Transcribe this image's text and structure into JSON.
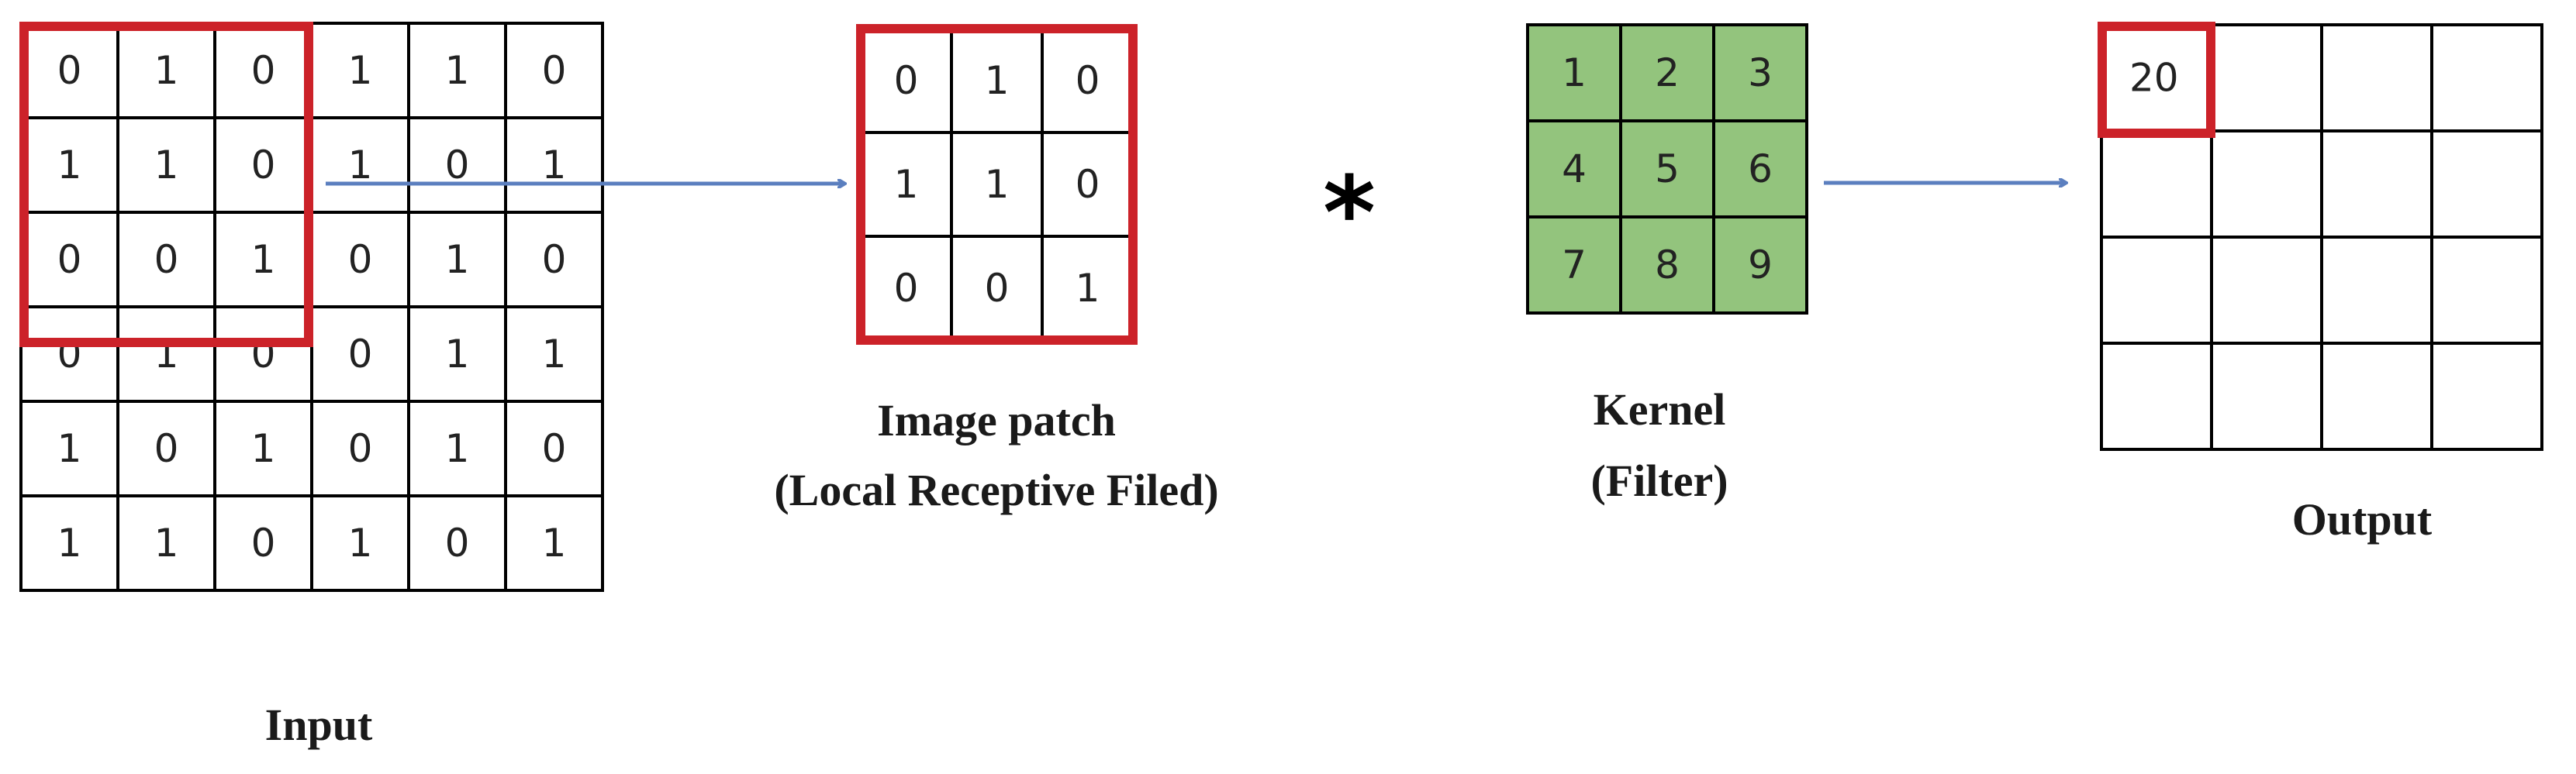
{
  "input": {
    "caption": "Input",
    "rows": [
      [
        "0",
        "1",
        "0",
        "1",
        "1",
        "0"
      ],
      [
        "1",
        "1",
        "0",
        "1",
        "0",
        "1"
      ],
      [
        "0",
        "0",
        "1",
        "0",
        "1",
        "0"
      ],
      [
        "0",
        "1",
        "0",
        "0",
        "1",
        "1"
      ],
      [
        "1",
        "0",
        "1",
        "0",
        "1",
        "0"
      ],
      [
        "1",
        "1",
        "0",
        "1",
        "0",
        "1"
      ]
    ]
  },
  "patch": {
    "caption_line1": "Image patch",
    "caption_line2": "(Local Receptive Filed)",
    "rows": [
      [
        "0",
        "1",
        "0"
      ],
      [
        "1",
        "1",
        "0"
      ],
      [
        "0",
        "0",
        "1"
      ]
    ]
  },
  "operator": "*",
  "kernel": {
    "caption_line1": "Kernel",
    "caption_line2": "(Filter)",
    "rows": [
      [
        "1",
        "2",
        "3"
      ],
      [
        "4",
        "5",
        "6"
      ],
      [
        "7",
        "8",
        "9"
      ]
    ]
  },
  "output": {
    "caption": "Output",
    "rows": [
      [
        "20",
        "",
        "",
        ""
      ],
      [
        "",
        "",
        "",
        ""
      ],
      [
        "",
        "",
        "",
        ""
      ],
      [
        "",
        "",
        "",
        ""
      ]
    ]
  },
  "colors": {
    "highlight": "#cc2229",
    "arrow": "#5b7fbf",
    "kernel_fill": "#93c47d"
  }
}
